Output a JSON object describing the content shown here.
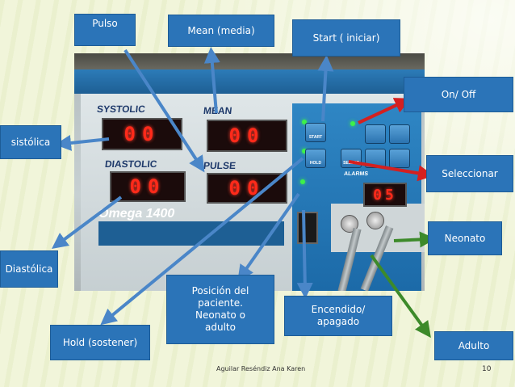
{
  "callouts": {
    "pulso": "Pulso",
    "mean": "Mean (media)",
    "start": "Start ( iniciar)",
    "onoff": "On/ Off",
    "sistolica": "sistólica",
    "seleccionar": "Seleccionar",
    "neonato": "Neonato",
    "diastolica": "Diastólica",
    "posicion": "Posición del\npaciente.\nNeonato o\nadulto",
    "encendido": "Encendido/\napagado",
    "hold": "Hold (sostener)",
    "adulto": "Adulto"
  },
  "device": {
    "systolic_label": "SYSTOLIC",
    "mean_label": "MEAN",
    "diastolic_label": "DIASTOLIC",
    "pulse_label": "PULSE",
    "systolic_value": "00",
    "mean_value": "00",
    "diastolic_value": "00",
    "pulse_value": "00",
    "interval_value": "05",
    "brand": "Omega 1400",
    "start_btn": "START",
    "hold_btn": "HOLD",
    "select_btn": "SELECT",
    "alarms_label": "ALARMS"
  },
  "footer": {
    "author": "Aguilar Reséndiz Ana Karen",
    "page": "10"
  },
  "colors": {
    "callout_bg": "#2b74b8",
    "arrow_blue": "#4a86c8",
    "arrow_red": "#d42020",
    "arrow_green": "#3d8a2a"
  }
}
